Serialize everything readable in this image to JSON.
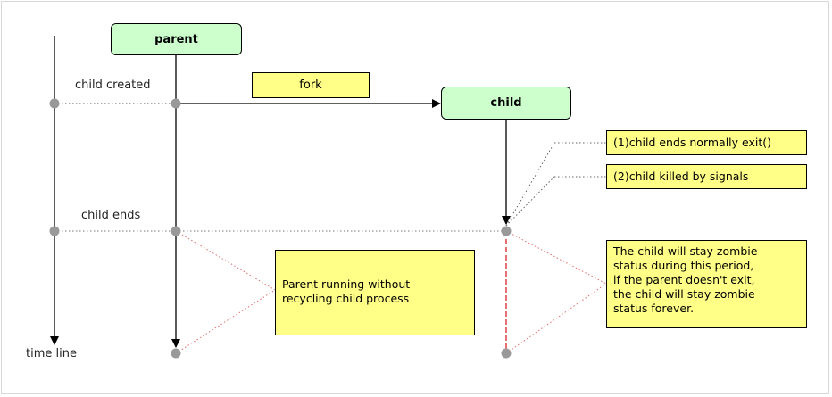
{
  "nodes": {
    "parent": "parent",
    "child": "child",
    "fork": "fork"
  },
  "labels": {
    "child_created": "child created",
    "child_ends": "child ends",
    "time_line": "time line"
  },
  "notes": {
    "exit_normal": "(1)child ends normally exit()",
    "killed_signals": "(2)child killed by signals",
    "parent_running": "Parent running without\nrecycling child process",
    "zombie": "The child will stay zombie\nstatus during this period,\nif the parent doesn't exit,\nthe child will stay zombie\nstatus forever."
  },
  "colors": {
    "process_fill": "#ccffcc",
    "note_fill": "#ffff88",
    "dot": "#999999",
    "zombie_line": "#dd2222"
  }
}
